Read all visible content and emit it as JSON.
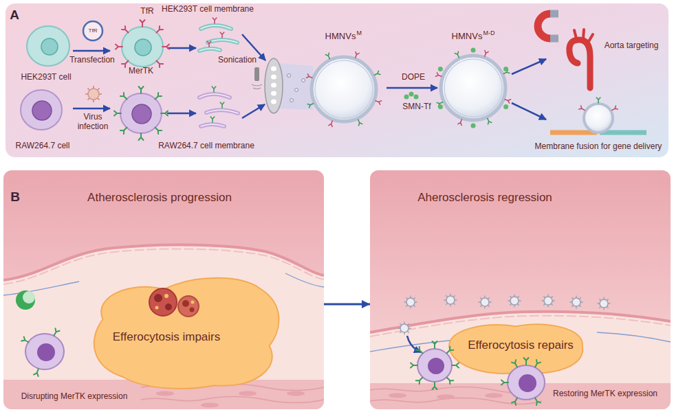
{
  "diagram": {
    "nodes": [
      {
        "text": [
          "A"
        ]
      },
      {
        "text": [
          "B",
          "Atherosclerosis progression"
        ]
      },
      {
        "text": [
          "Efferocytosis impairs"
        ],
        "in": 1
      },
      {
        "text": [
          "Aherosclerosis regression"
        ]
      },
      {
        "text": [
          "Efferocytosis repairs"
        ],
        "in": 3
      }
    ],
    "edges": [
      {
        "from": 1,
        "to": 3,
        "arrow": "to"
      }
    ],
    "labels": [
      "TfR",
      "HEK293T cell membrane",
      "TfR",
      "Transfection",
      "Sonication",
      "HMNVs",
      "M",
      "HMNVs",
      "M-D",
      "Aorta targeting",
      "HEK293T cell",
      "MerTK",
      "DOPE",
      "SMN-Tf",
      "Virus infection",
      "Membrane fusion for gene delivery",
      "RAW264.7 cell",
      "RAW264.7 cell membrane",
      "Disrupting MerTK expression",
      "Restoring MerTK expression"
    ]
  }
}
